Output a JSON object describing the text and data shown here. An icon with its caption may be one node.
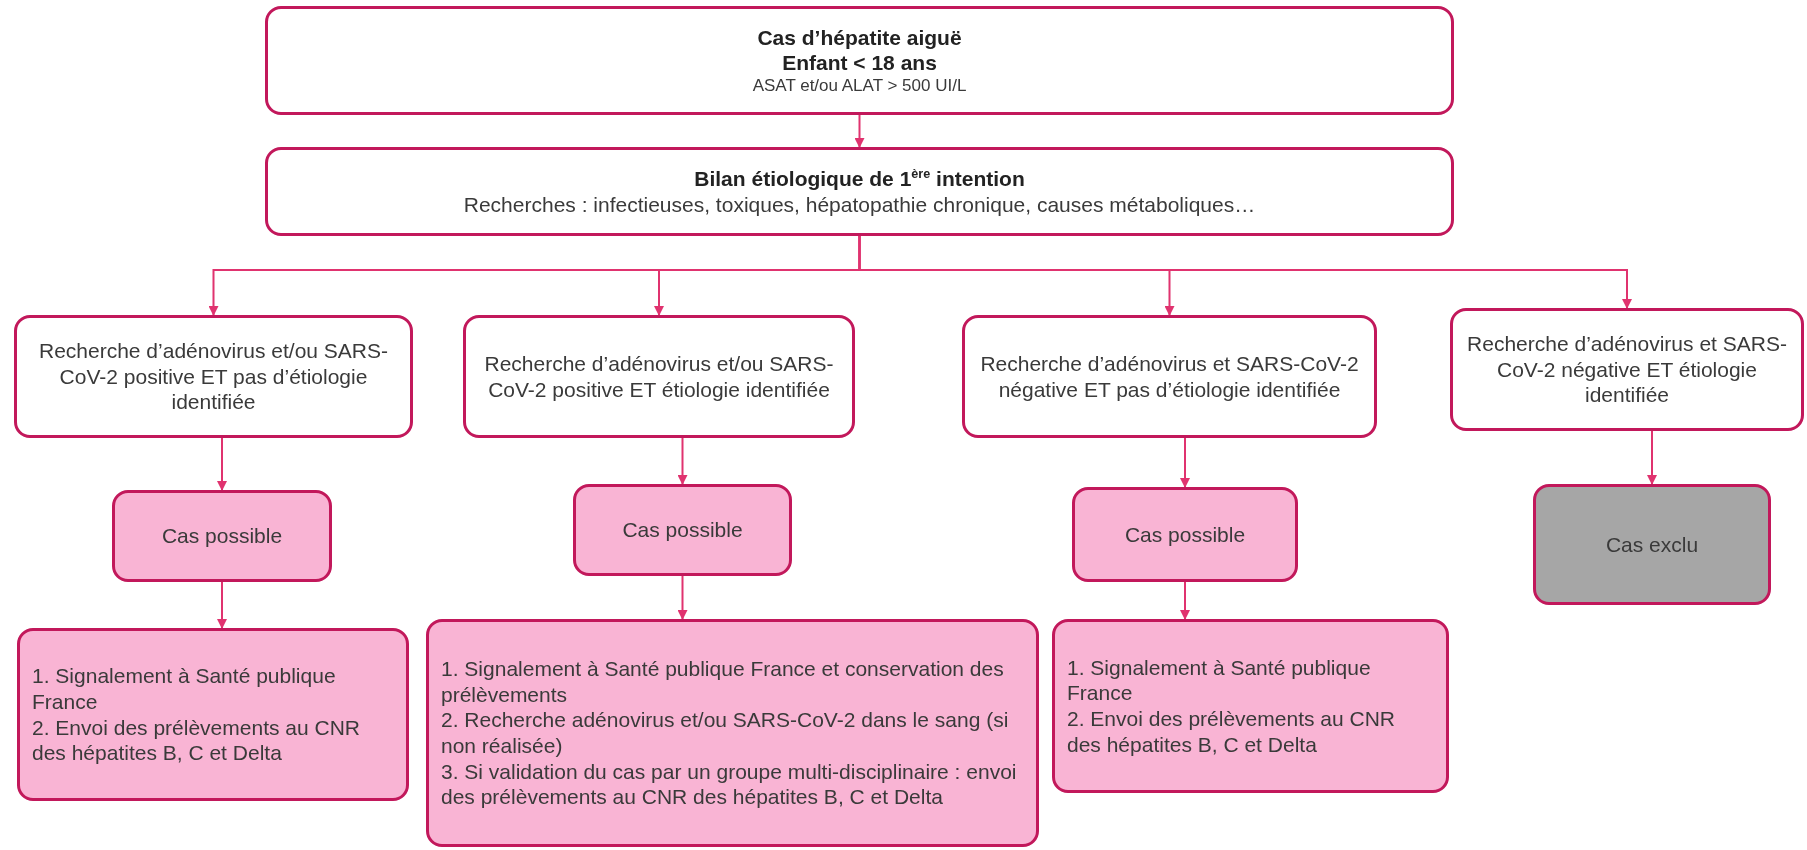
{
  "diagram": {
    "nodes": [
      {
        "text": [
          "Cas d’hépatite aiguë",
          "Enfant < 18 ans",
          "ASAT et/ou ALAT > 500 UI/L"
        ]
      },
      {
        "text": [
          "Bilan étiologique de 1$^{ère}$ intention",
          "Recherches : infectieuses, toxiques, hépatopathie chronique, causes métaboliques…"
        ]
      },
      {
        "text": [
          "Recherche d’adénovirus et/ou SARS-CoV-2 positive ET pas d’étiologie identifiée"
        ]
      },
      {
        "text": [
          "Recherche d’adénovirus et/ou SARS-CoV-2 positive ET étiologie identifiée"
        ]
      },
      {
        "text": [
          "Recherche d’adénovirus et SARS-CoV-2 négative ET pas d’étiologie identifiée"
        ]
      },
      {
        "text": [
          "Recherche d’adénovirus et SARS-CoV-2 négative ET étiologie identifiée"
        ]
      },
      {
        "text": [
          "Cas possible"
        ]
      },
      {
        "text": [
          "Cas possible"
        ]
      },
      {
        "text": [
          "Cas possible"
        ]
      },
      {
        "text": [
          "Cas exclu"
        ]
      },
      {
        "text": [
          "1. Signalement à Santé publique France",
          "2. Envoi des prélèvements au CNR des hépatites B, C et Delta"
        ]
      },
      {
        "text": [
          "1. Signalement à Santé publique France et conservation des prélèvements",
          "2. Recherche adénovirus et/ou SARS-CoV-2 dans le sang (si non réalisée)",
          "3. Si validation du cas par un groupe multi-disciplinaire : envoi des prélèvements au CNR des hépatites B, C et Delta"
        ]
      },
      {
        "text": [
          "1. Signalement à Santé publique France",
          "2. Envoi des prélèvements au CNR des hépatites B, C et Delta"
        ]
      }
    ],
    "edges": [
      {
        "from": 0,
        "to": 1,
        "arrow": "to"
      },
      {
        "from": 1,
        "to": 2,
        "arrow": "to"
      },
      {
        "from": 1,
        "to": 3,
        "arrow": "to"
      },
      {
        "from": 1,
        "to": 4,
        "arrow": "to"
      },
      {
        "from": 1,
        "to": 5,
        "arrow": "to"
      },
      {
        "from": 2,
        "to": 6,
        "arrow": "to"
      },
      {
        "from": 3,
        "to": 7,
        "arrow": "to"
      },
      {
        "from": 4,
        "to": 8,
        "arrow": "to"
      },
      {
        "from": 5,
        "to": 9,
        "arrow": "to"
      },
      {
        "from": 6,
        "to": 10,
        "arrow": "to"
      },
      {
        "from": 7,
        "to": 11,
        "arrow": "to"
      },
      {
        "from": 8,
        "to": 12,
        "arrow": "to"
      }
    ]
  }
}
